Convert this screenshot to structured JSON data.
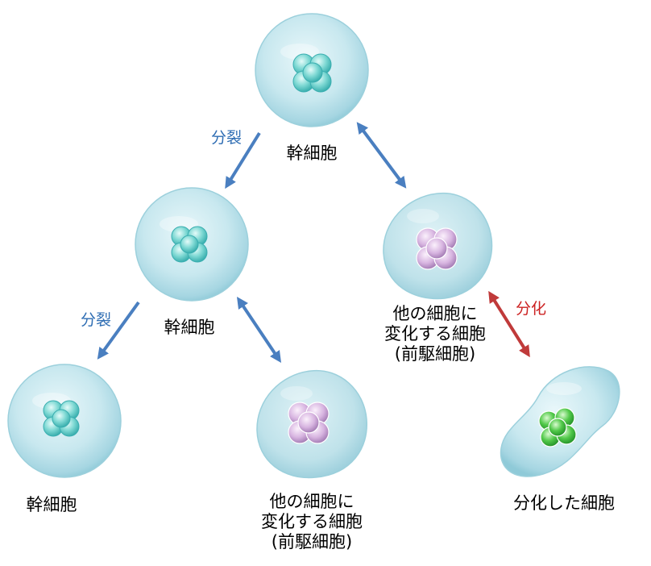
{
  "labels": {
    "stem_top": "幹細胞",
    "stem_mid": "幹細胞",
    "stem_bottom": "幹細胞",
    "progenitor_mid": [
      "他の細胞に",
      "変化する細胞",
      "(前駆細胞)"
    ],
    "progenitor_bottom": [
      "他の細胞に",
      "変化する細胞",
      "(前駆細胞)"
    ],
    "differentiated": "分化した細胞"
  },
  "actions": {
    "division_1": "分裂",
    "division_2": "分裂",
    "differentiation": "分化"
  },
  "colors": {
    "stem_cell_body": "#bfe4ec",
    "stem_nucleus": "#6fd3d0",
    "progenitor_nucleus": "#d6b3e0",
    "differentiated_nucleus": "#3fbf3f",
    "arrow_blue": "#4a7fc0",
    "arrow_red": "#c03a3a",
    "division_text": "#2e6db3",
    "differentiation_text": "#cc2222"
  }
}
